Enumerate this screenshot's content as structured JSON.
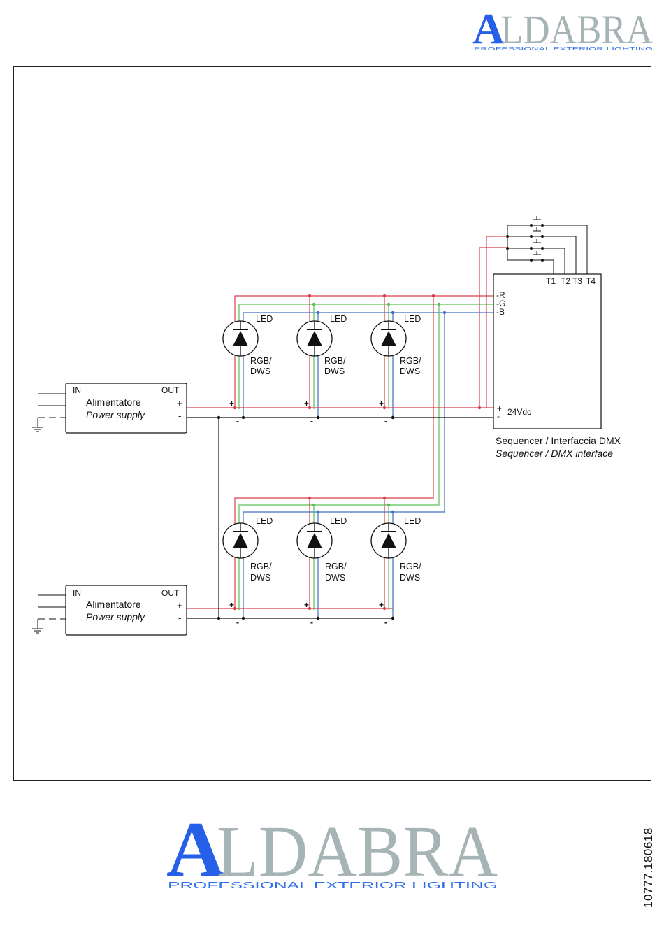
{
  "header": {
    "brand": "ALDABRA",
    "tagline": "PROFESSIONAL EXTERIOR LIGHTING"
  },
  "footer": {
    "brand": "ALDABRA",
    "tagline": "PROFESSIONAL EXTERIOR LIGHTING",
    "doc_code": "10777.180618"
  },
  "colors": {
    "red_line": "#d9414a",
    "green_line": "#5bbf55",
    "blue_line": "#3f6fc0",
    "brand_blue": "#2760e8",
    "brand_grey": "#a7b4b6",
    "brand_tagline": "#2f6fe8"
  },
  "power_supplies": [
    {
      "in": "IN",
      "out": "OUT",
      "name": "Alimentatore",
      "name_en": "Power supply",
      "plus": "+",
      "minus": "-"
    },
    {
      "in": "IN",
      "out": "OUT",
      "name": "Alimentatore",
      "name_en": "Power supply",
      "plus": "+",
      "minus": "-"
    }
  ],
  "led": {
    "label": "LED",
    "type_line1": "RGB/",
    "type_line2": "DWS",
    "plus": "+",
    "minus": "-"
  },
  "sequencer": {
    "terminals": [
      "T1",
      "T2",
      "T3",
      "T4"
    ],
    "channels": [
      "-R",
      "-G",
      "-B"
    ],
    "supply_plus": "+",
    "supply_minus": "-",
    "supply": "24Vdc",
    "name": "Sequencer / Interfaccia DMX",
    "name_en": "Sequencer / DMX interface"
  }
}
